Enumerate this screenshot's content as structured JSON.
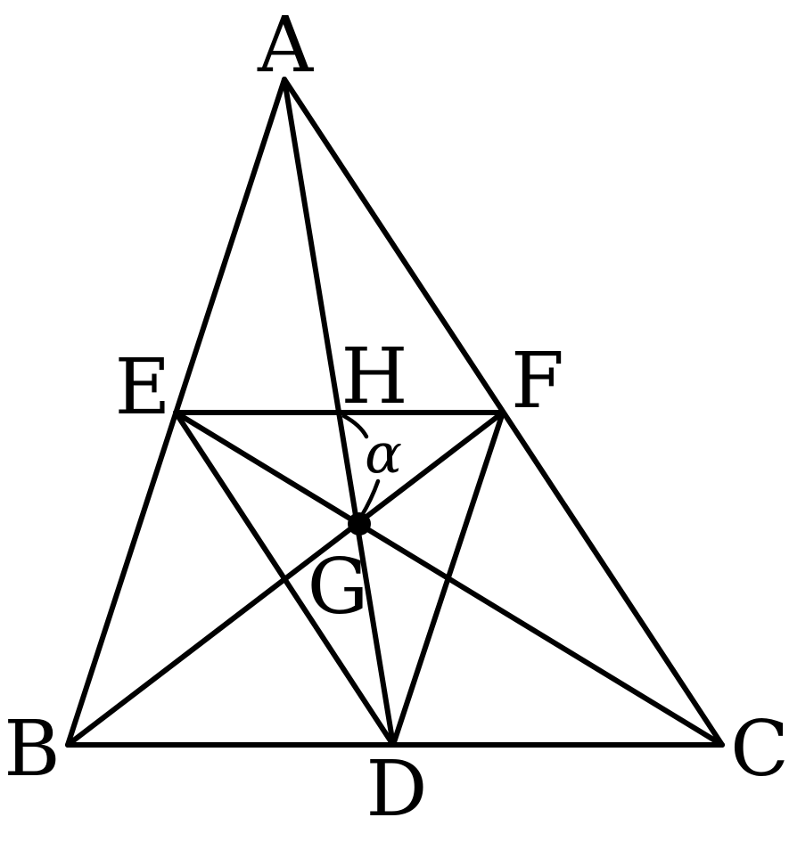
{
  "diagram": {
    "points": [
      {
        "id": "A",
        "label": "A"
      },
      {
        "id": "B",
        "label": "B"
      },
      {
        "id": "C",
        "label": "C"
      },
      {
        "id": "D",
        "label": "D"
      },
      {
        "id": "E",
        "label": "E"
      },
      {
        "id": "F",
        "label": "F"
      },
      {
        "id": "G",
        "label": "G"
      },
      {
        "id": "H",
        "label": "H"
      }
    ],
    "segments": [
      [
        "A",
        "B"
      ],
      [
        "A",
        "C"
      ],
      [
        "B",
        "C"
      ],
      [
        "E",
        "F"
      ],
      [
        "E",
        "D"
      ],
      [
        "F",
        "D"
      ],
      [
        "A",
        "D"
      ],
      [
        "E",
        "C"
      ],
      [
        "F",
        "B"
      ]
    ],
    "angle_label": "α",
    "colors": {
      "stroke": "#000000",
      "background": "#ffffff"
    }
  }
}
